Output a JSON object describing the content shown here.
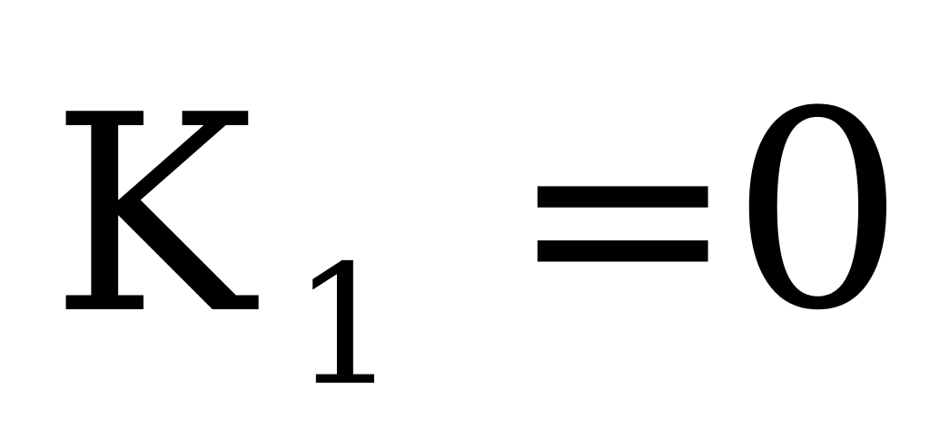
{
  "equation": {
    "variable": "K",
    "subscript": "1",
    "operator": "=",
    "value": "0"
  }
}
